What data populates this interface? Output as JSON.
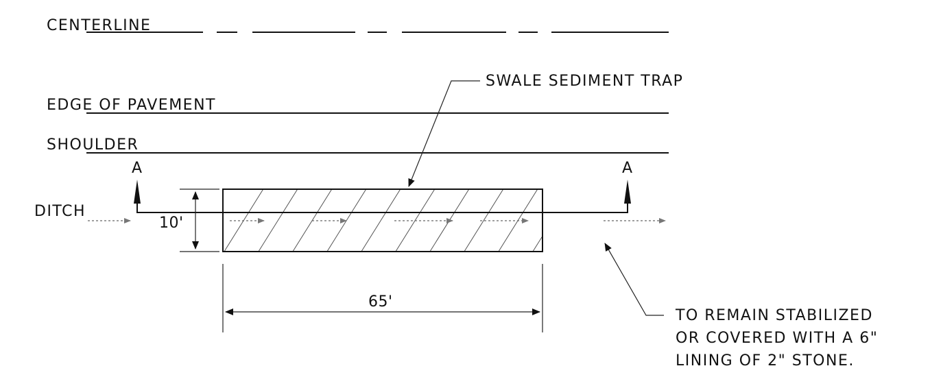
{
  "labels": {
    "centerline": "CENTERLINE",
    "edge_of_pavement": "EDGE OF PAVEMENT",
    "shoulder": "SHOULDER",
    "ditch": "DITCH",
    "section_left": "A",
    "section_right": "A",
    "trap": "SWALE SEDIMENT TRAP",
    "width_dim": "10'",
    "length_dim": "65'",
    "note_line1": "TO REMAIN STABILIZED",
    "note_line2": "OR COVERED WITH A 6\"",
    "note_line3": "LINING OF 2\" STONE."
  }
}
